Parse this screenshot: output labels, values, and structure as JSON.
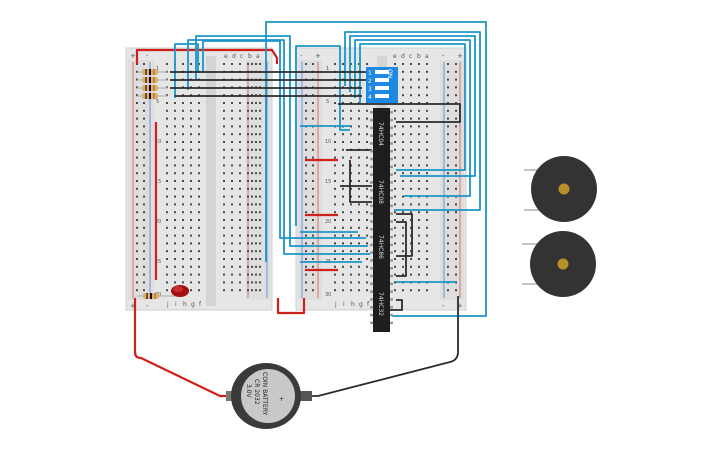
{
  "breadboard_left": {
    "column_letters_a": [
      "e",
      "d",
      "c",
      "b",
      "a"
    ],
    "column_letters_b": [
      "j",
      "i",
      "h",
      "g",
      "f"
    ],
    "plus": "+",
    "minus": "-"
  },
  "breadboard_right": {
    "column_letters_a": [
      "e",
      "d",
      "c",
      "b",
      "a"
    ],
    "column_letters_b": [
      "j",
      "i",
      "h",
      "g",
      "f"
    ],
    "plus": "+",
    "minus": "-"
  },
  "row_numbers": [
    "1",
    "5",
    "10",
    "15",
    "20",
    "25",
    "30"
  ],
  "chips": [
    {
      "label": "74HC04"
    },
    {
      "label": "74HC08"
    },
    {
      "label": "74HC86"
    },
    {
      "label": "74HC32"
    }
  ],
  "dip_switch": {
    "label": "ON",
    "positions": [
      "1",
      "2",
      "3",
      "4"
    ],
    "color": "#1e88e5"
  },
  "battery": {
    "line1": "COIN BATTERY",
    "line2": "CR 2032",
    "line3": "3.0V",
    "plus": "+"
  },
  "buzzers": [
    {
      "name": "buzzer-1"
    },
    {
      "name": "buzzer-2"
    }
  ],
  "colors": {
    "wire_blue": "#1a96c8",
    "wire_black": "#2b2b2b",
    "wire_red": "#d0201a",
    "board": "#e4e4e4",
    "chip": "#1e1e1e"
  }
}
